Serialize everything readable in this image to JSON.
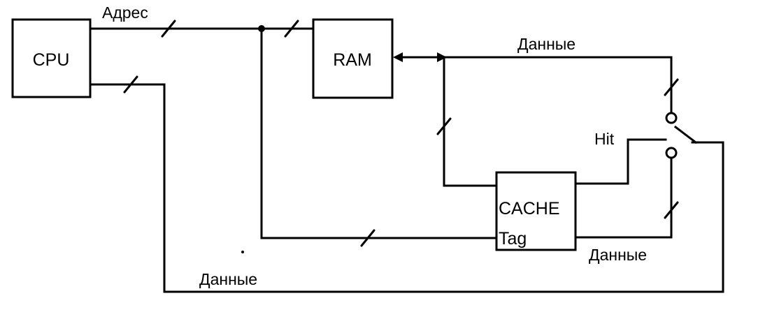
{
  "blocks": {
    "cpu": "CPU",
    "ram": "RAM",
    "cache": "CACHE",
    "tag": "Tag"
  },
  "signals": {
    "address": "Адрес",
    "data_ram": "Данные",
    "hit": "Hit",
    "data_cache": "Данные",
    "data_cpu": "Данные"
  }
}
